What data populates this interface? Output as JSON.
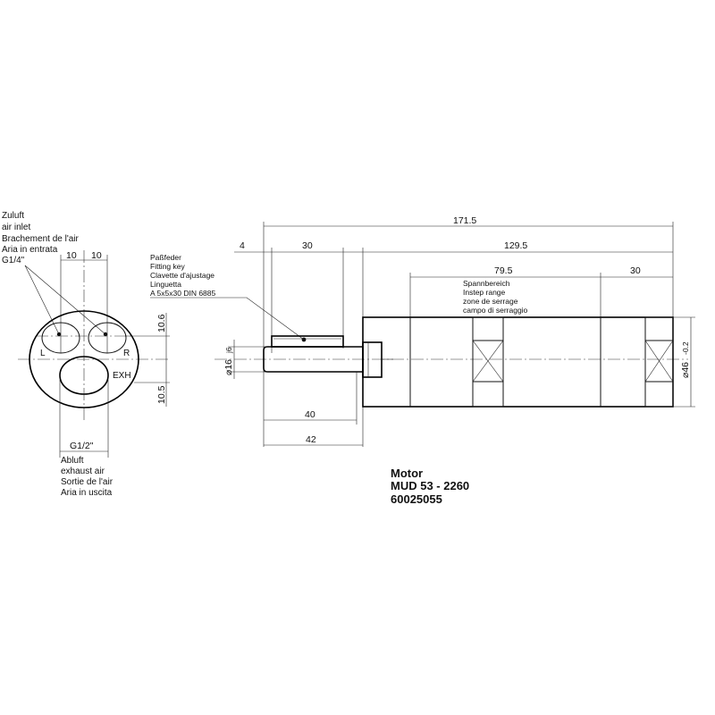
{
  "inlet_label": {
    "lines": [
      "Zuluft",
      "air inlet",
      "Brachement de l'air",
      "Aria in entrata",
      "G1/4\""
    ]
  },
  "exhaust_label": {
    "lines": [
      "Abluft",
      "exhaust air",
      "Sortie de l'air",
      "Aria in uscita"
    ]
  },
  "key_label": {
    "lines": [
      "Paßfeder",
      "Fitting key",
      "Clavette d'ajustage",
      "Linguetta",
      "A 5x5x30 DIN 6885"
    ]
  },
  "clamp_label": {
    "lines": [
      "Spannbereich",
      "Instep range",
      "zone de serrage",
      "campo di serraggio"
    ]
  },
  "port_labels": {
    "left": "L",
    "right": "R",
    "exhaust": "EXH"
  },
  "dimensions": {
    "port_spacing_left": "10",
    "port_spacing_right": "10",
    "upper_offset": "10.6",
    "lower_offset": "10.5",
    "exhaust_thread": "G1/2\"",
    "total_length": "171.5",
    "shoulder": "4",
    "key_length": "30",
    "body_length": "129.5",
    "clamp_length": "79.5",
    "rear_length": "30",
    "shaft_length_40": "40",
    "shaft_length_42": "42",
    "shaft_diameter": "⌀16",
    "shaft_tolerance": "j6",
    "body_diameter": "⌀46",
    "body_tolerance": "-0.2"
  },
  "title_block": {
    "line1": "Motor",
    "line2": "MUD 53 - 2260",
    "line3": "60025055"
  }
}
